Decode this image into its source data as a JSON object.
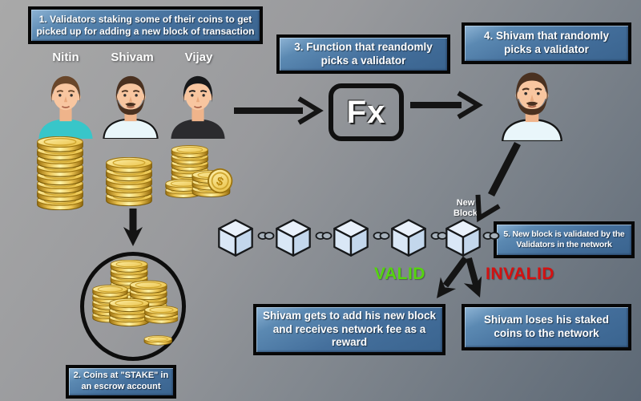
{
  "steps": {
    "stake": "1. Validators staking some of their coins to get picked up for adding a new block of transaction",
    "escrow": "2. Coins at \"STAKE\" in an escrow account",
    "function": "3. Function that reandomly picks a validator",
    "picked": "4. Shivam that randomly picks a validator",
    "validate": "5. New block is validated by the Validators in the network"
  },
  "outcomes": {
    "valid_label": "VALID",
    "invalid_label": "INVALID",
    "valid_result": "Shivam gets to add his new block and receives network fee as a reward",
    "invalid_result": "Shivam loses his staked coins to the network"
  },
  "validators": [
    {
      "name": "Nitin"
    },
    {
      "name": "Shivam"
    },
    {
      "name": "Vijay"
    }
  ],
  "labels": {
    "fx": "Fx",
    "new_block": "New Block"
  },
  "colors": {
    "valid_green": "#55d40f",
    "invalid_red": "#d41111",
    "box_blue": "#446f9c",
    "coin_gold": "#e9c14f"
  }
}
